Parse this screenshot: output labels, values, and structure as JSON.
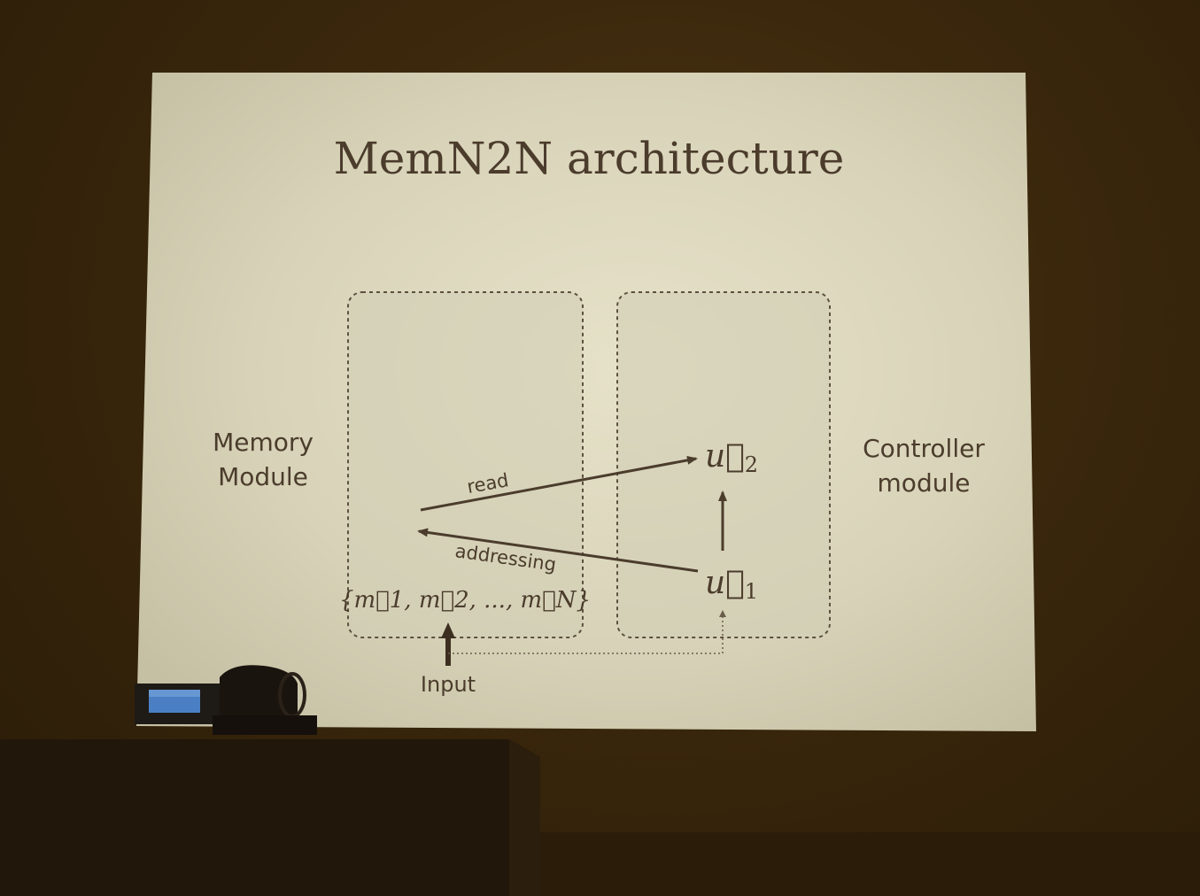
{
  "slide": {
    "title": "MemN2N architecture",
    "memory_label": [
      "Memory",
      "Module"
    ],
    "controller_label": [
      "Controller",
      "module"
    ],
    "read_label": "read",
    "addressing_label": "addressing",
    "input_label": "Input",
    "memory_set": "{m⃗1, m⃗2, ..., m⃗N}",
    "u2_base": "u⃗",
    "u2_sub": "2",
    "u1_base": "u⃗",
    "u1_sub": "1"
  },
  "colors": {
    "screen": "#ddd9c2",
    "ink": "#4b3c2c",
    "room": "#3a270c"
  }
}
